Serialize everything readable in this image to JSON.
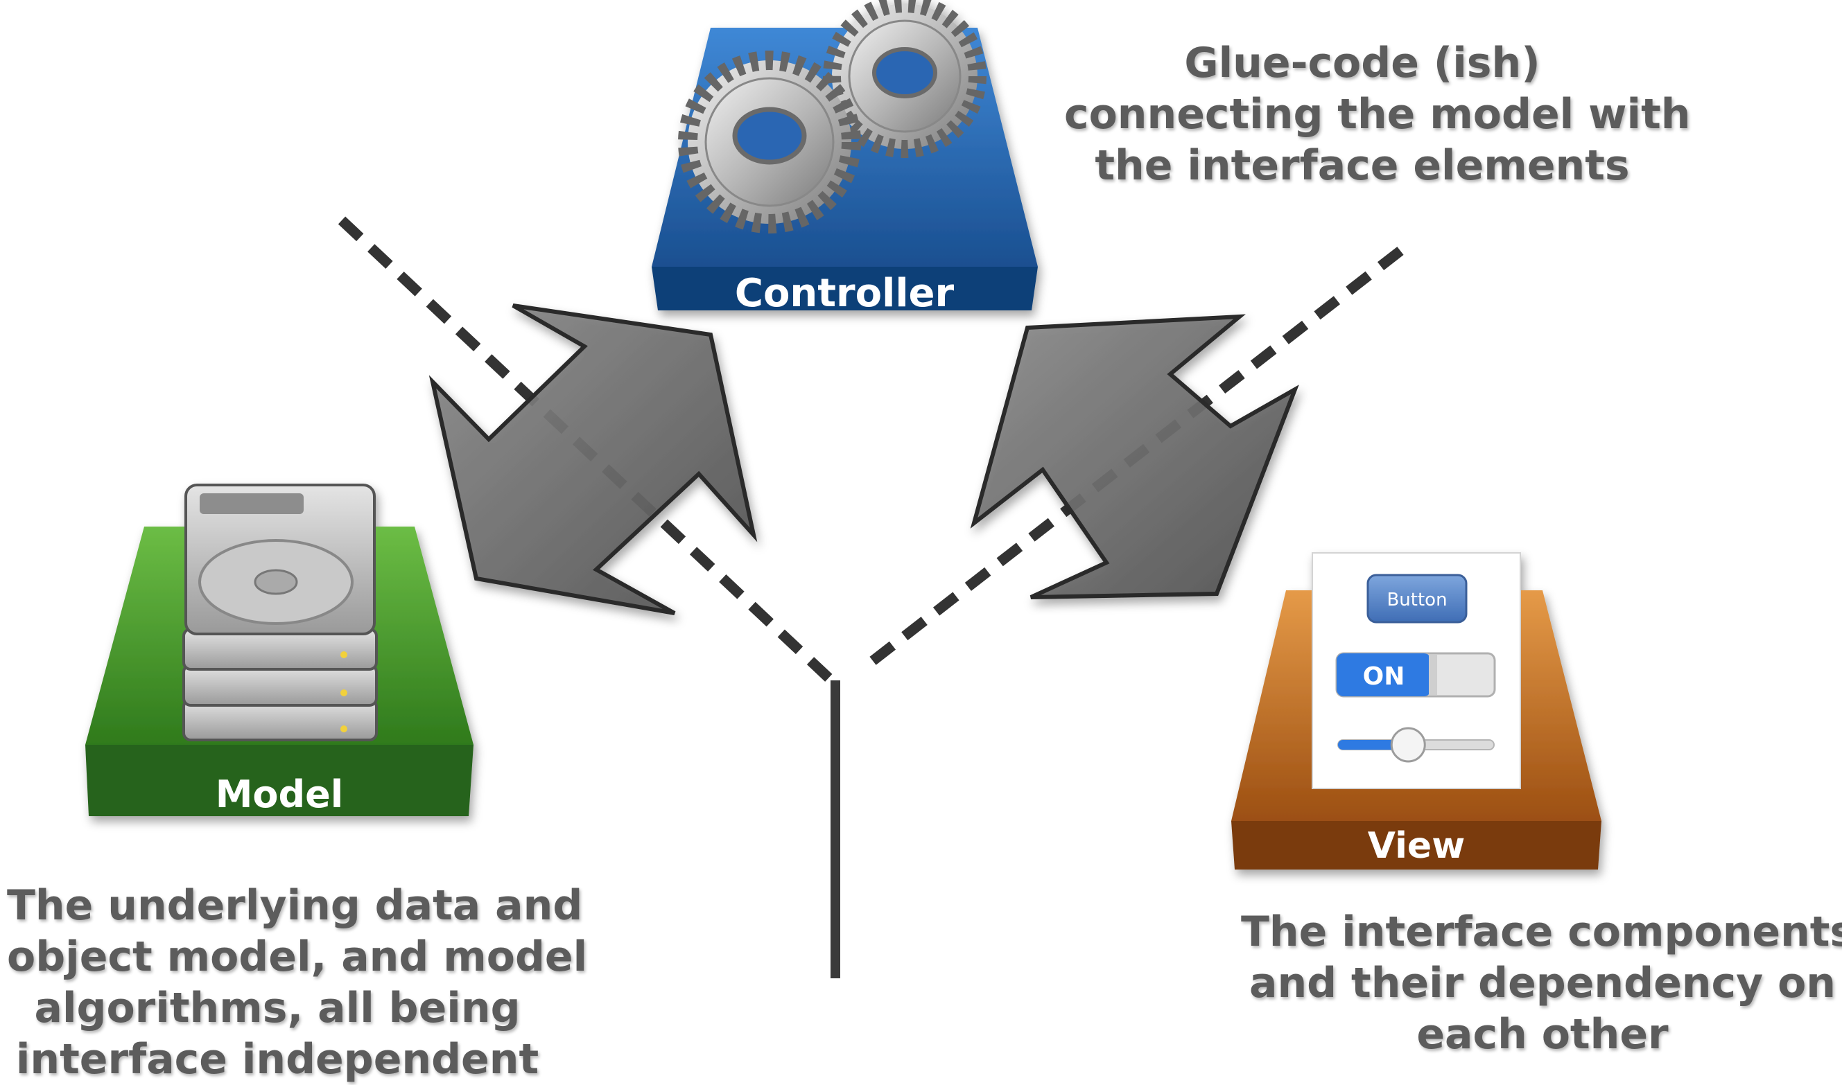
{
  "colors": {
    "model": "#3e8a22",
    "controller": "#1e5a9c",
    "view": "#b5621c",
    "arrow": "#6e6e6e",
    "divider": "#3a3a3a",
    "caption_text": "#5c5c5c"
  },
  "components": {
    "model": {
      "label": "Model",
      "icon": "hard-drive-icon"
    },
    "controller": {
      "label": "Controller",
      "icon": "gears-icon"
    },
    "view": {
      "label": "View",
      "icon": "ui-widgets-icon",
      "widgets": {
        "button_label": "Button",
        "toggle_label": "ON",
        "slider_value": 0.45
      }
    }
  },
  "captions": {
    "controller": [
      "Glue-code (ish)",
      "connecting the model with",
      "the interface elements"
    ],
    "model": [
      "The underlying data and",
      "object model, and model",
      "algorithms, all being",
      "interface independent"
    ],
    "view": [
      "The interface components,",
      "and their dependency on",
      "each other"
    ]
  }
}
